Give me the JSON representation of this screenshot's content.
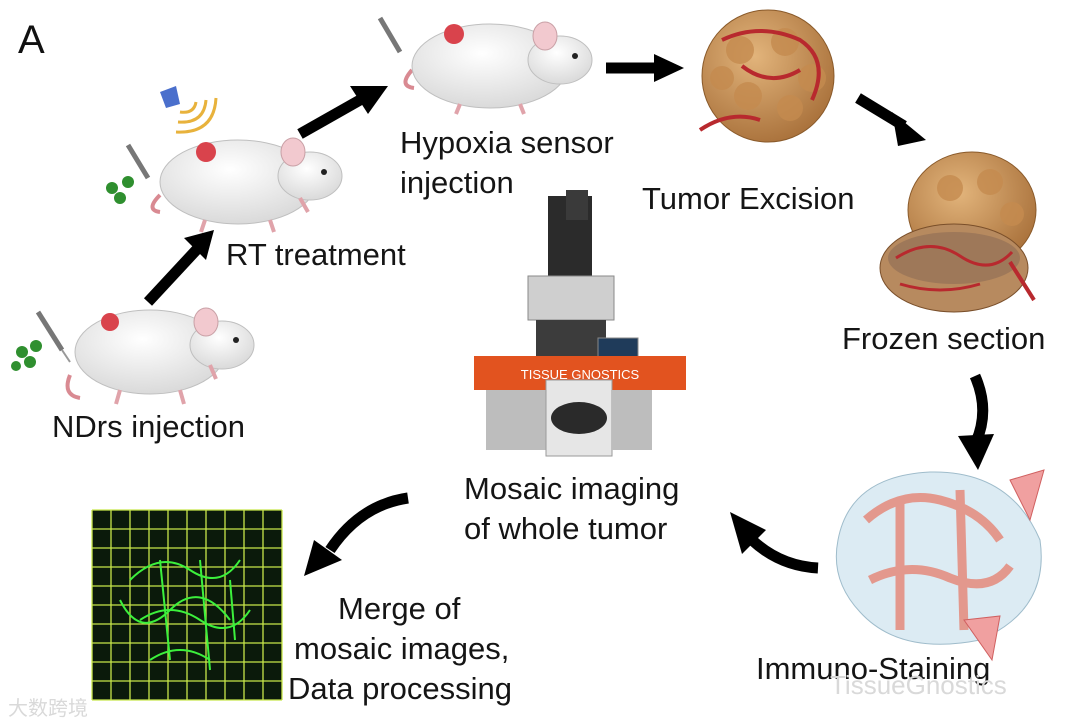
{
  "figure": {
    "panel_letter": "A",
    "steps": [
      {
        "id": "ndrs",
        "label_lines": [
          "NDrs injection"
        ]
      },
      {
        "id": "rt",
        "label_lines": [
          "RT treatment"
        ]
      },
      {
        "id": "hypoxia",
        "label_lines": [
          "Hypoxia sensor",
          "injection"
        ]
      },
      {
        "id": "excision",
        "label_lines": [
          "Tumor Excision"
        ]
      },
      {
        "id": "frozen",
        "label_lines": [
          "Frozen section"
        ]
      },
      {
        "id": "staining",
        "label_lines": [
          "Immuno-Staining"
        ]
      },
      {
        "id": "mosaic",
        "label_lines": [
          "Mosaic imaging",
          "of whole tumor"
        ]
      },
      {
        "id": "merge",
        "label_lines": [
          "Merge of",
          "mosaic images,",
          "Data processing"
        ]
      }
    ],
    "microscope_brand": "TISSUE GNOSTICS",
    "watermarks": [
      "大数跨境",
      "TissueGnostics"
    ],
    "colors": {
      "arrow": "#000000",
      "tumor": "#c9935a",
      "vessel": "#b8292e",
      "grid_bg": "#0b1a0b",
      "grid_line": "#c8e64a",
      "signal": "#3cf03c",
      "microscope_body": "#e2531f"
    }
  }
}
